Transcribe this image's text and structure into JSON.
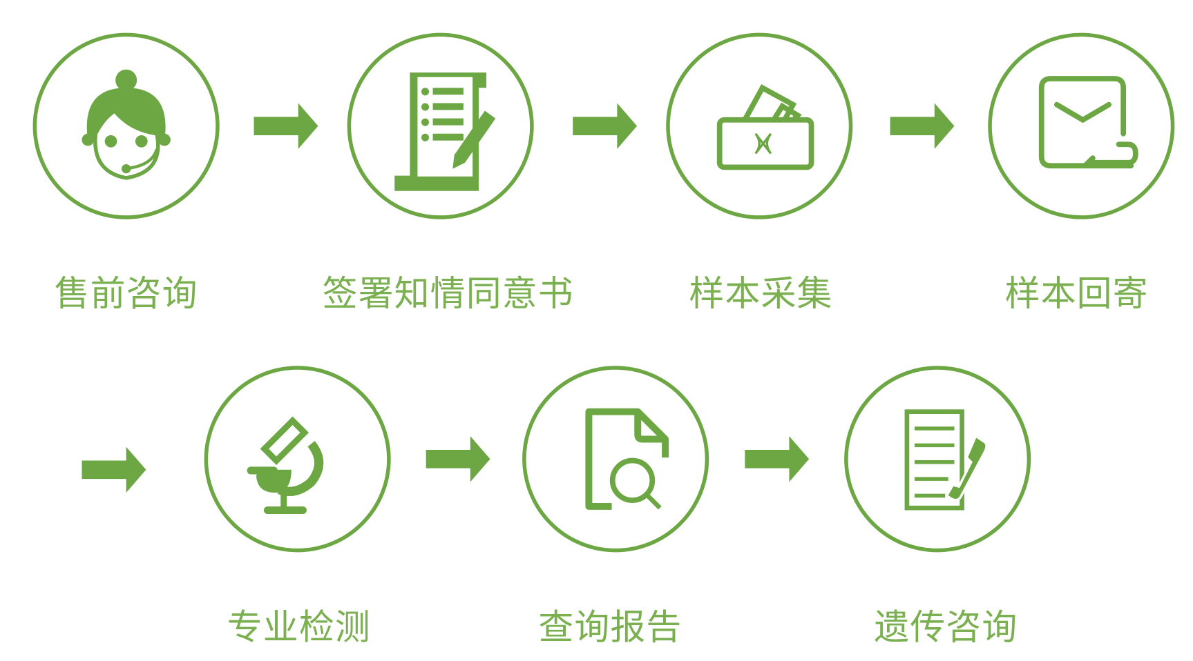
{
  "accent_color": "#6ca744",
  "steps": [
    {
      "label": "售前咨询",
      "icon": "customer-service-icon"
    },
    {
      "label": "签署知情同意书",
      "icon": "consent-document-icon"
    },
    {
      "label": "样本采集",
      "icon": "sample-kit-icon"
    },
    {
      "label": "样本回寄",
      "icon": "return-mail-icon"
    },
    {
      "label": "专业检测",
      "icon": "microscope-icon"
    },
    {
      "label": "查询报告",
      "icon": "report-search-icon"
    },
    {
      "label": "遗传咨询",
      "icon": "phone-consultation-icon"
    }
  ]
}
